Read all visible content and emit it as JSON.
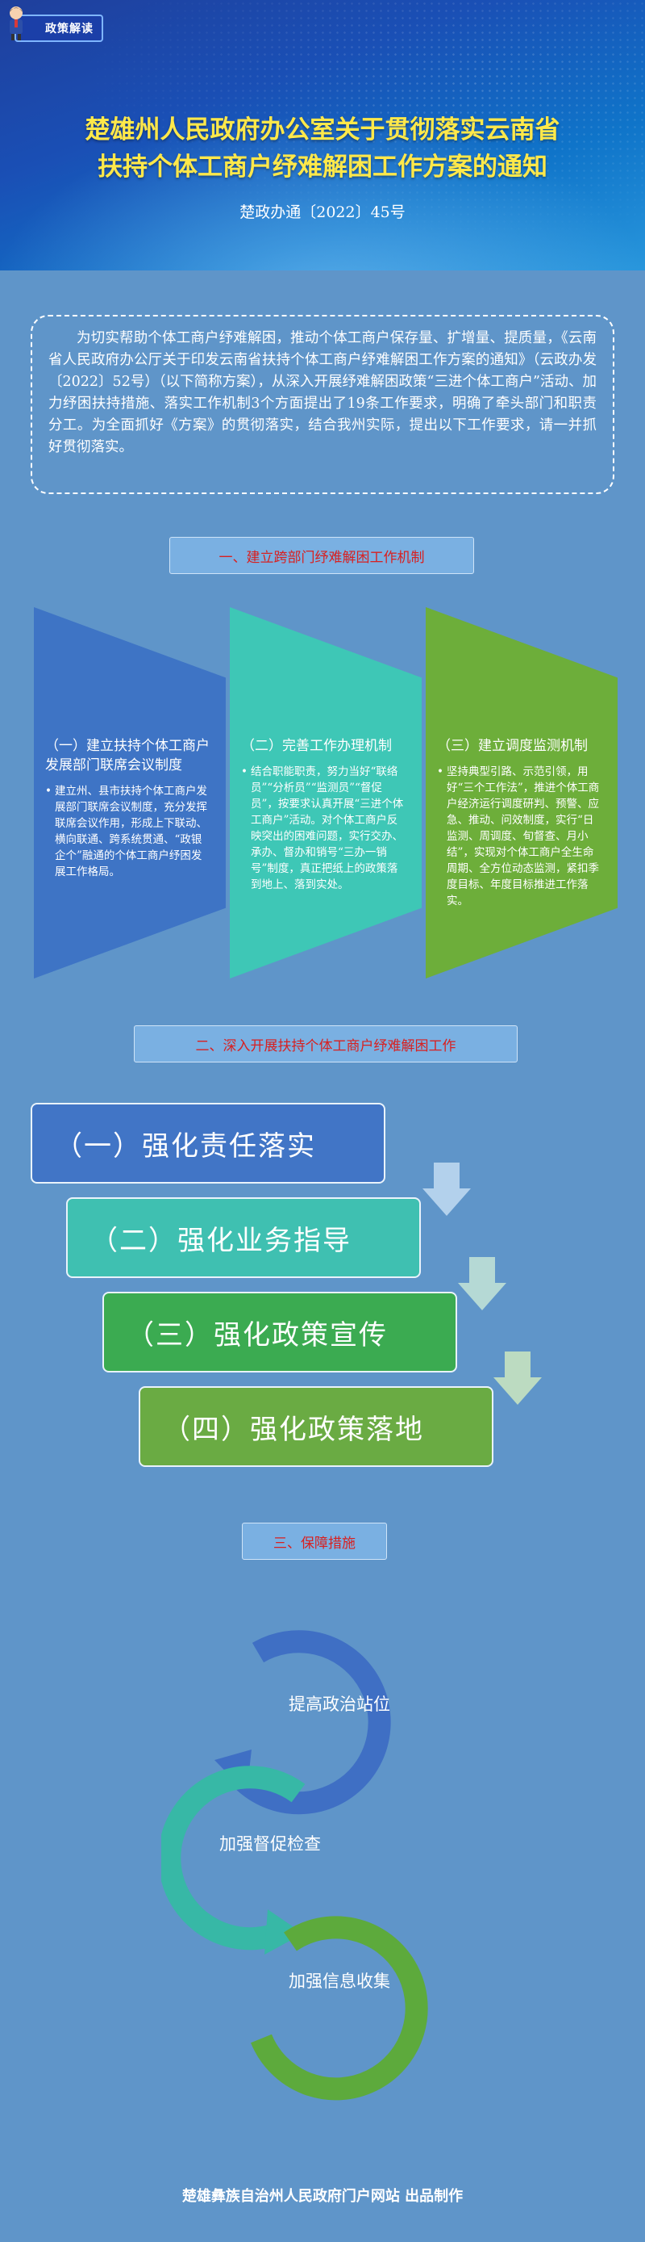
{
  "header": {
    "badge": "政策解读",
    "title_line1": "楚雄州人民政府办公室关于贯彻落实云南省",
    "title_line2": "扶持个体工商户纾难解困工作方案的通知",
    "doc_number": "楚政办通〔2022〕45号"
  },
  "intro": {
    "text": "为切实帮助个体工商户纾难解困，推动个体工商户保存量、扩增量、提质量，《云南省人民政府办公厅关于印发云南省扶持个体工商户纾难解困工作方案的通知》（云政办发〔2022〕52号）（以下简称方案），从深入开展纾难解困政策“三进个体工商户”活动、加力纾困扶持措施、落实工作机制3个方面提出了19条工作要求，明确了牵头部门和职责分工。为全面抓好《方案》的贯彻落实，结合我州实际，提出以下工作要求，请一并抓好贯彻落实。"
  },
  "section1": {
    "heading": "一、建立跨部门纾难解困工作机制",
    "cards": [
      {
        "title": "（一）建立扶持个体工商户发展部门联席会议制度",
        "body": "建立州、县市扶持个体工商户发展部门联席会议制度，充分发挥联席会议作用，形成上下联动、横向联通、跨系统贯通、“政银企个”融通的个体工商户纾困发展工作格局。"
      },
      {
        "title": "（二）完善工作办理机制",
        "body": "结合职能职责，努力当好“联络员”“分析员”“监测员”“督促员”，按要求认真开展“三进个体工商户”活动。对个体工商户反映突出的困难问题，实行交办、承办、督办和销号“三办一销号”制度，真正把纸上的政策落到地上、落到实处。"
      },
      {
        "title": "（三）建立调度监测机制",
        "body": "坚持典型引路、示范引领，用好“三个工作法”，推进个体工商户经济运行调度研判、预警、应急、推动、问效制度，实行“日监测、周调度、旬督查、月小结”，实现对个体工商户全生命周期、全方位动态监测，紧扣季度目标、年度目标推进工作落实。"
      }
    ]
  },
  "section2": {
    "heading": "二、深入开展扶持个体工商户纾难解困工作",
    "steps": [
      "（一）强化责任落实",
      "（二）强化业务指导",
      "（三）强化政策宣传",
      "（四）强化政策落地"
    ]
  },
  "section3": {
    "heading": "三、保障措施",
    "items": [
      "提高政治站位",
      "加强督促检查",
      "加强信息收集"
    ]
  },
  "footer": "楚雄彝族自治州人民政府门户网站 出品制作",
  "colors": {
    "background": "#5f95c9",
    "title": "#ffe84a",
    "section_heading_text": "#d82020",
    "blue": "#4175c6",
    "teal": "#3fc0b1",
    "green": "#3bab51",
    "light_green": "#6aab43"
  }
}
